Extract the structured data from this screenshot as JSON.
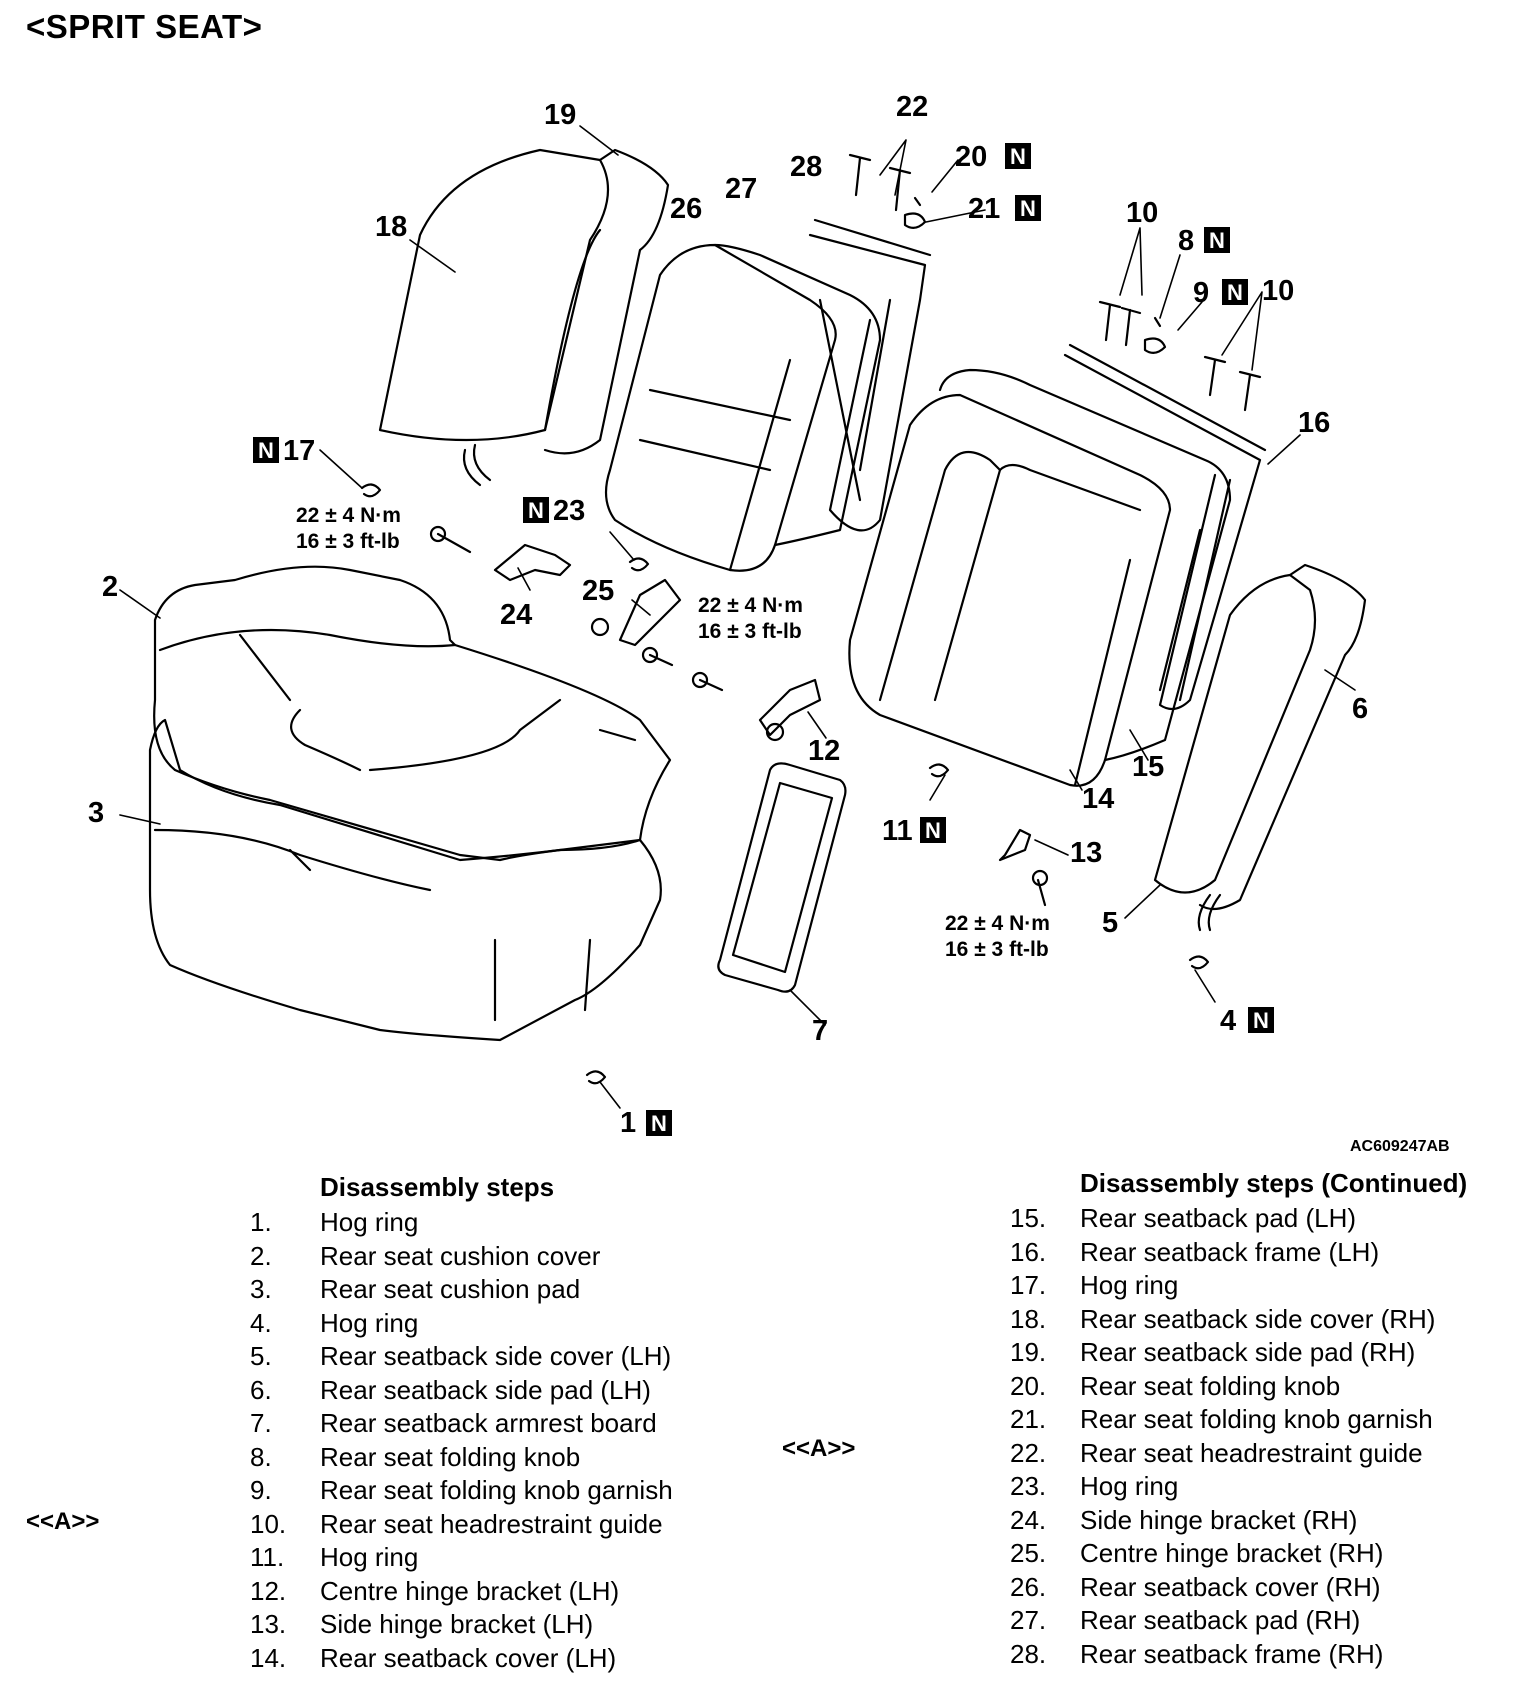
{
  "title": "<SPRIT SEAT>",
  "figure_code": "AC609247AB",
  "steps_heading": "Disassembly steps",
  "steps_heading_continued": "Disassembly steps (Continued)",
  "marker_label": "<<A>>",
  "new_part_symbol": "N",
  "torque_spec": {
    "line1": "22 ± 4 N·m",
    "line2": "16 ± 3 ft-lb"
  },
  "callouts": [
    "1",
    "2",
    "3",
    "4",
    "5",
    "6",
    "7",
    "8",
    "9",
    "10",
    "11",
    "12",
    "13",
    "14",
    "15",
    "16",
    "17",
    "18",
    "19",
    "20",
    "21",
    "22",
    "23",
    "24",
    "25",
    "26",
    "27",
    "28"
  ],
  "steps": [
    {
      "num": "1.",
      "name": "Hog ring"
    },
    {
      "num": "2.",
      "name": "Rear seat cushion cover"
    },
    {
      "num": "3.",
      "name": "Rear seat cushion pad"
    },
    {
      "num": "4.",
      "name": "Hog ring"
    },
    {
      "num": "5.",
      "name": "Rear seatback side cover (LH)"
    },
    {
      "num": "6.",
      "name": "Rear seatback side pad (LH)"
    },
    {
      "num": "7.",
      "name": "Rear seatback armrest board"
    },
    {
      "num": "8.",
      "name": "Rear seat folding knob"
    },
    {
      "num": "9.",
      "name": "Rear seat folding knob garnish"
    },
    {
      "num": "10.",
      "name": "Rear seat headrestraint guide"
    },
    {
      "num": "11.",
      "name": "Hog ring"
    },
    {
      "num": "12.",
      "name": "Centre hinge bracket (LH)"
    },
    {
      "num": "13.",
      "name": "Side hinge bracket (LH)"
    },
    {
      "num": "14.",
      "name": "Rear seatback cover (LH)"
    },
    {
      "num": "15.",
      "name": "Rear seatback pad (LH)"
    },
    {
      "num": "16.",
      "name": "Rear seatback frame (LH)"
    },
    {
      "num": "17.",
      "name": "Hog ring"
    },
    {
      "num": "18.",
      "name": "Rear seatback side cover (RH)"
    },
    {
      "num": "19.",
      "name": "Rear seatback side pad (RH)"
    },
    {
      "num": "20.",
      "name": "Rear seat folding knob"
    },
    {
      "num": "21.",
      "name": "Rear seat folding knob garnish"
    },
    {
      "num": "22.",
      "name": "Rear seat headrestraint guide"
    },
    {
      "num": "23.",
      "name": "Hog ring"
    },
    {
      "num": "24.",
      "name": "Side hinge bracket (RH)"
    },
    {
      "num": "25.",
      "name": "Centre hinge bracket (RH)"
    },
    {
      "num": "26.",
      "name": "Rear seatback cover (RH)"
    },
    {
      "num": "27.",
      "name": "Rear seatback pad (RH)"
    },
    {
      "num": "28.",
      "name": "Rear seatback frame (RH)"
    }
  ]
}
